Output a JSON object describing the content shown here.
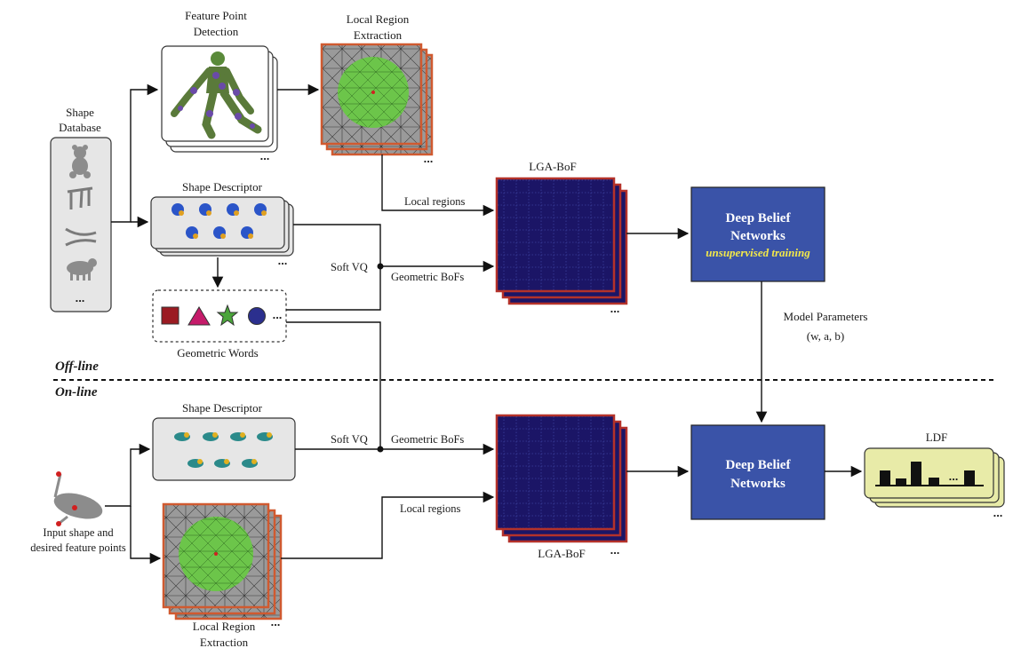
{
  "labels": {
    "shape_database": [
      "Shape",
      "Database"
    ],
    "feature_point_detection": [
      "Feature Point",
      "Detection"
    ],
    "local_region_extraction_top": [
      "Local Region",
      "Extraction"
    ],
    "shape_descriptor_top": "Shape Descriptor",
    "geometric_words": "Geometric Words",
    "soft_vq_top": "Soft VQ",
    "soft_vq_bottom": "Soft VQ",
    "local_regions_top": "Local regions",
    "local_regions_bottom": "Local regions",
    "geometric_bofs_top": "Geometric BoFs",
    "geometric_bofs_bottom": "Geometric BoFs",
    "lga_bof_top": "LGA-BoF",
    "lga_bof_bottom": "LGA-BoF",
    "dbn_top_line1": "Deep Belief",
    "dbn_top_line2": "Networks",
    "dbn_top_sub": "unsupervised training",
    "dbn_bottom_line1": "Deep Belief",
    "dbn_bottom_line2": "Networks",
    "model_parameters": [
      "Model Parameters",
      "(w, a, b)"
    ],
    "ldf": "LDF",
    "off_line": "Off-line",
    "on_line": "On-line",
    "shape_descriptor_bottom": "Shape Descriptor",
    "input_shape": [
      "Input shape and",
      "desired feature points"
    ],
    "local_region_extraction_bottom": [
      "Local Region",
      "Extraction"
    ],
    "ellipsis": "..."
  },
  "colors": {
    "dbn_fill": "#3a53a8",
    "dbn_sub_text": "#f2e84a",
    "panel_gray": "#e6e6e6",
    "ldf_fill": "#e8eba8",
    "bof_border": "#b4322a",
    "bof_fill": "#1b1566",
    "region_border": "#d05a30",
    "green_patch": "#6cc54a",
    "word_square": "#9b1b22",
    "word_triangle": "#c51b6a",
    "word_star": "#4aa53a",
    "word_circle": "#2b2f8e"
  },
  "icons": {
    "geometric_words": [
      "square-icon",
      "triangle-icon",
      "star-icon",
      "circle-icon"
    ],
    "shape_database": [
      "teddy-bear-icon",
      "table-icon",
      "pliers-icon",
      "cow-icon"
    ],
    "ldf_histogram": "histogram-icon"
  }
}
